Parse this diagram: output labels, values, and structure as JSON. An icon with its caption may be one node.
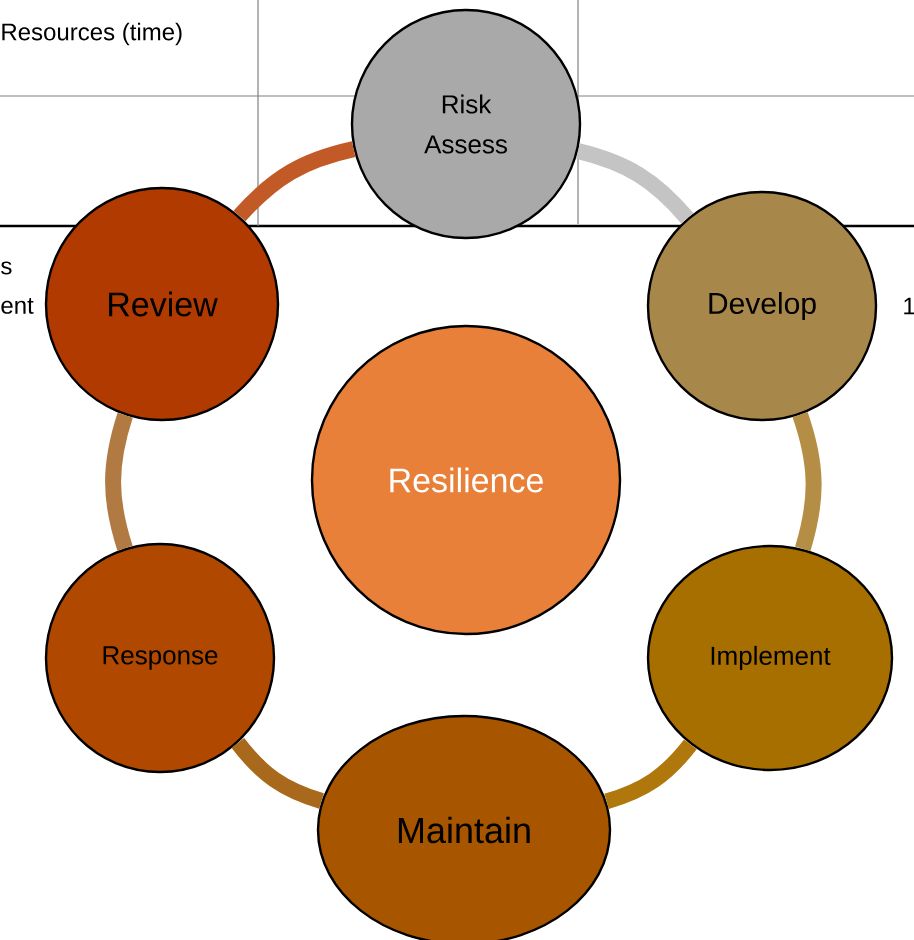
{
  "diagram": {
    "nodes": [
      {
        "text": [
          "Risk Assess"
        ]
      },
      {
        "text": [
          "Review"
        ]
      },
      {
        "text": [
          "Develop"
        ]
      },
      {
        "text": [
          "Resilience"
        ]
      },
      {
        "text": [
          "Response"
        ]
      },
      {
        "text": [
          "Implement"
        ]
      },
      {
        "text": [
          "Maintain"
        ]
      }
    ],
    "edges": [
      {
        "from": 0,
        "to": 2,
        "arrow": "none",
        "color": "#c4c4c4"
      },
      {
        "from": 2,
        "to": 5,
        "arrow": "none",
        "color": "#b58e45"
      },
      {
        "from": 5,
        "to": 6,
        "arrow": "none",
        "color": "#b0780c"
      },
      {
        "from": 6,
        "to": 4,
        "arrow": "none",
        "color": "#a8691c"
      },
      {
        "from": 4,
        "to": 1,
        "arrow": "none",
        "color": "#b07a42"
      },
      {
        "from": 1,
        "to": 0,
        "arrow": "none",
        "color": "#c25a28"
      }
    ],
    "labels": [
      "Resources (time)",
      "s",
      "ent",
      "1"
    ]
  }
}
